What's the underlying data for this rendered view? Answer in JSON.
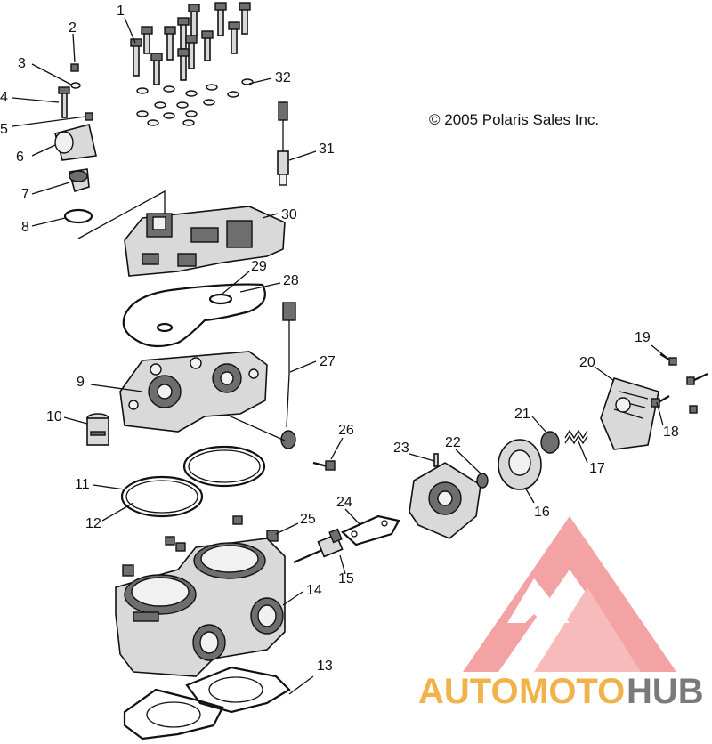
{
  "copyright": "© 2005 Polaris Sales Inc.",
  "watermark": {
    "part1": "AUTO",
    "part2": "MOTO",
    "part3": "HUB",
    "colors": {
      "logo": "#e8504e",
      "auto": "#f2b24a",
      "moto": "#f2b24a",
      "hub": "#7a7a7a"
    }
  },
  "callouts": [
    "1",
    "2",
    "3",
    "4",
    "5",
    "6",
    "7",
    "8",
    "9",
    "10",
    "11",
    "12",
    "13",
    "14",
    "15",
    "16",
    "17",
    "18",
    "19",
    "20",
    "21",
    "22",
    "23",
    "24",
    "25",
    "26",
    "27",
    "28",
    "29",
    "30",
    "31",
    "32"
  ]
}
